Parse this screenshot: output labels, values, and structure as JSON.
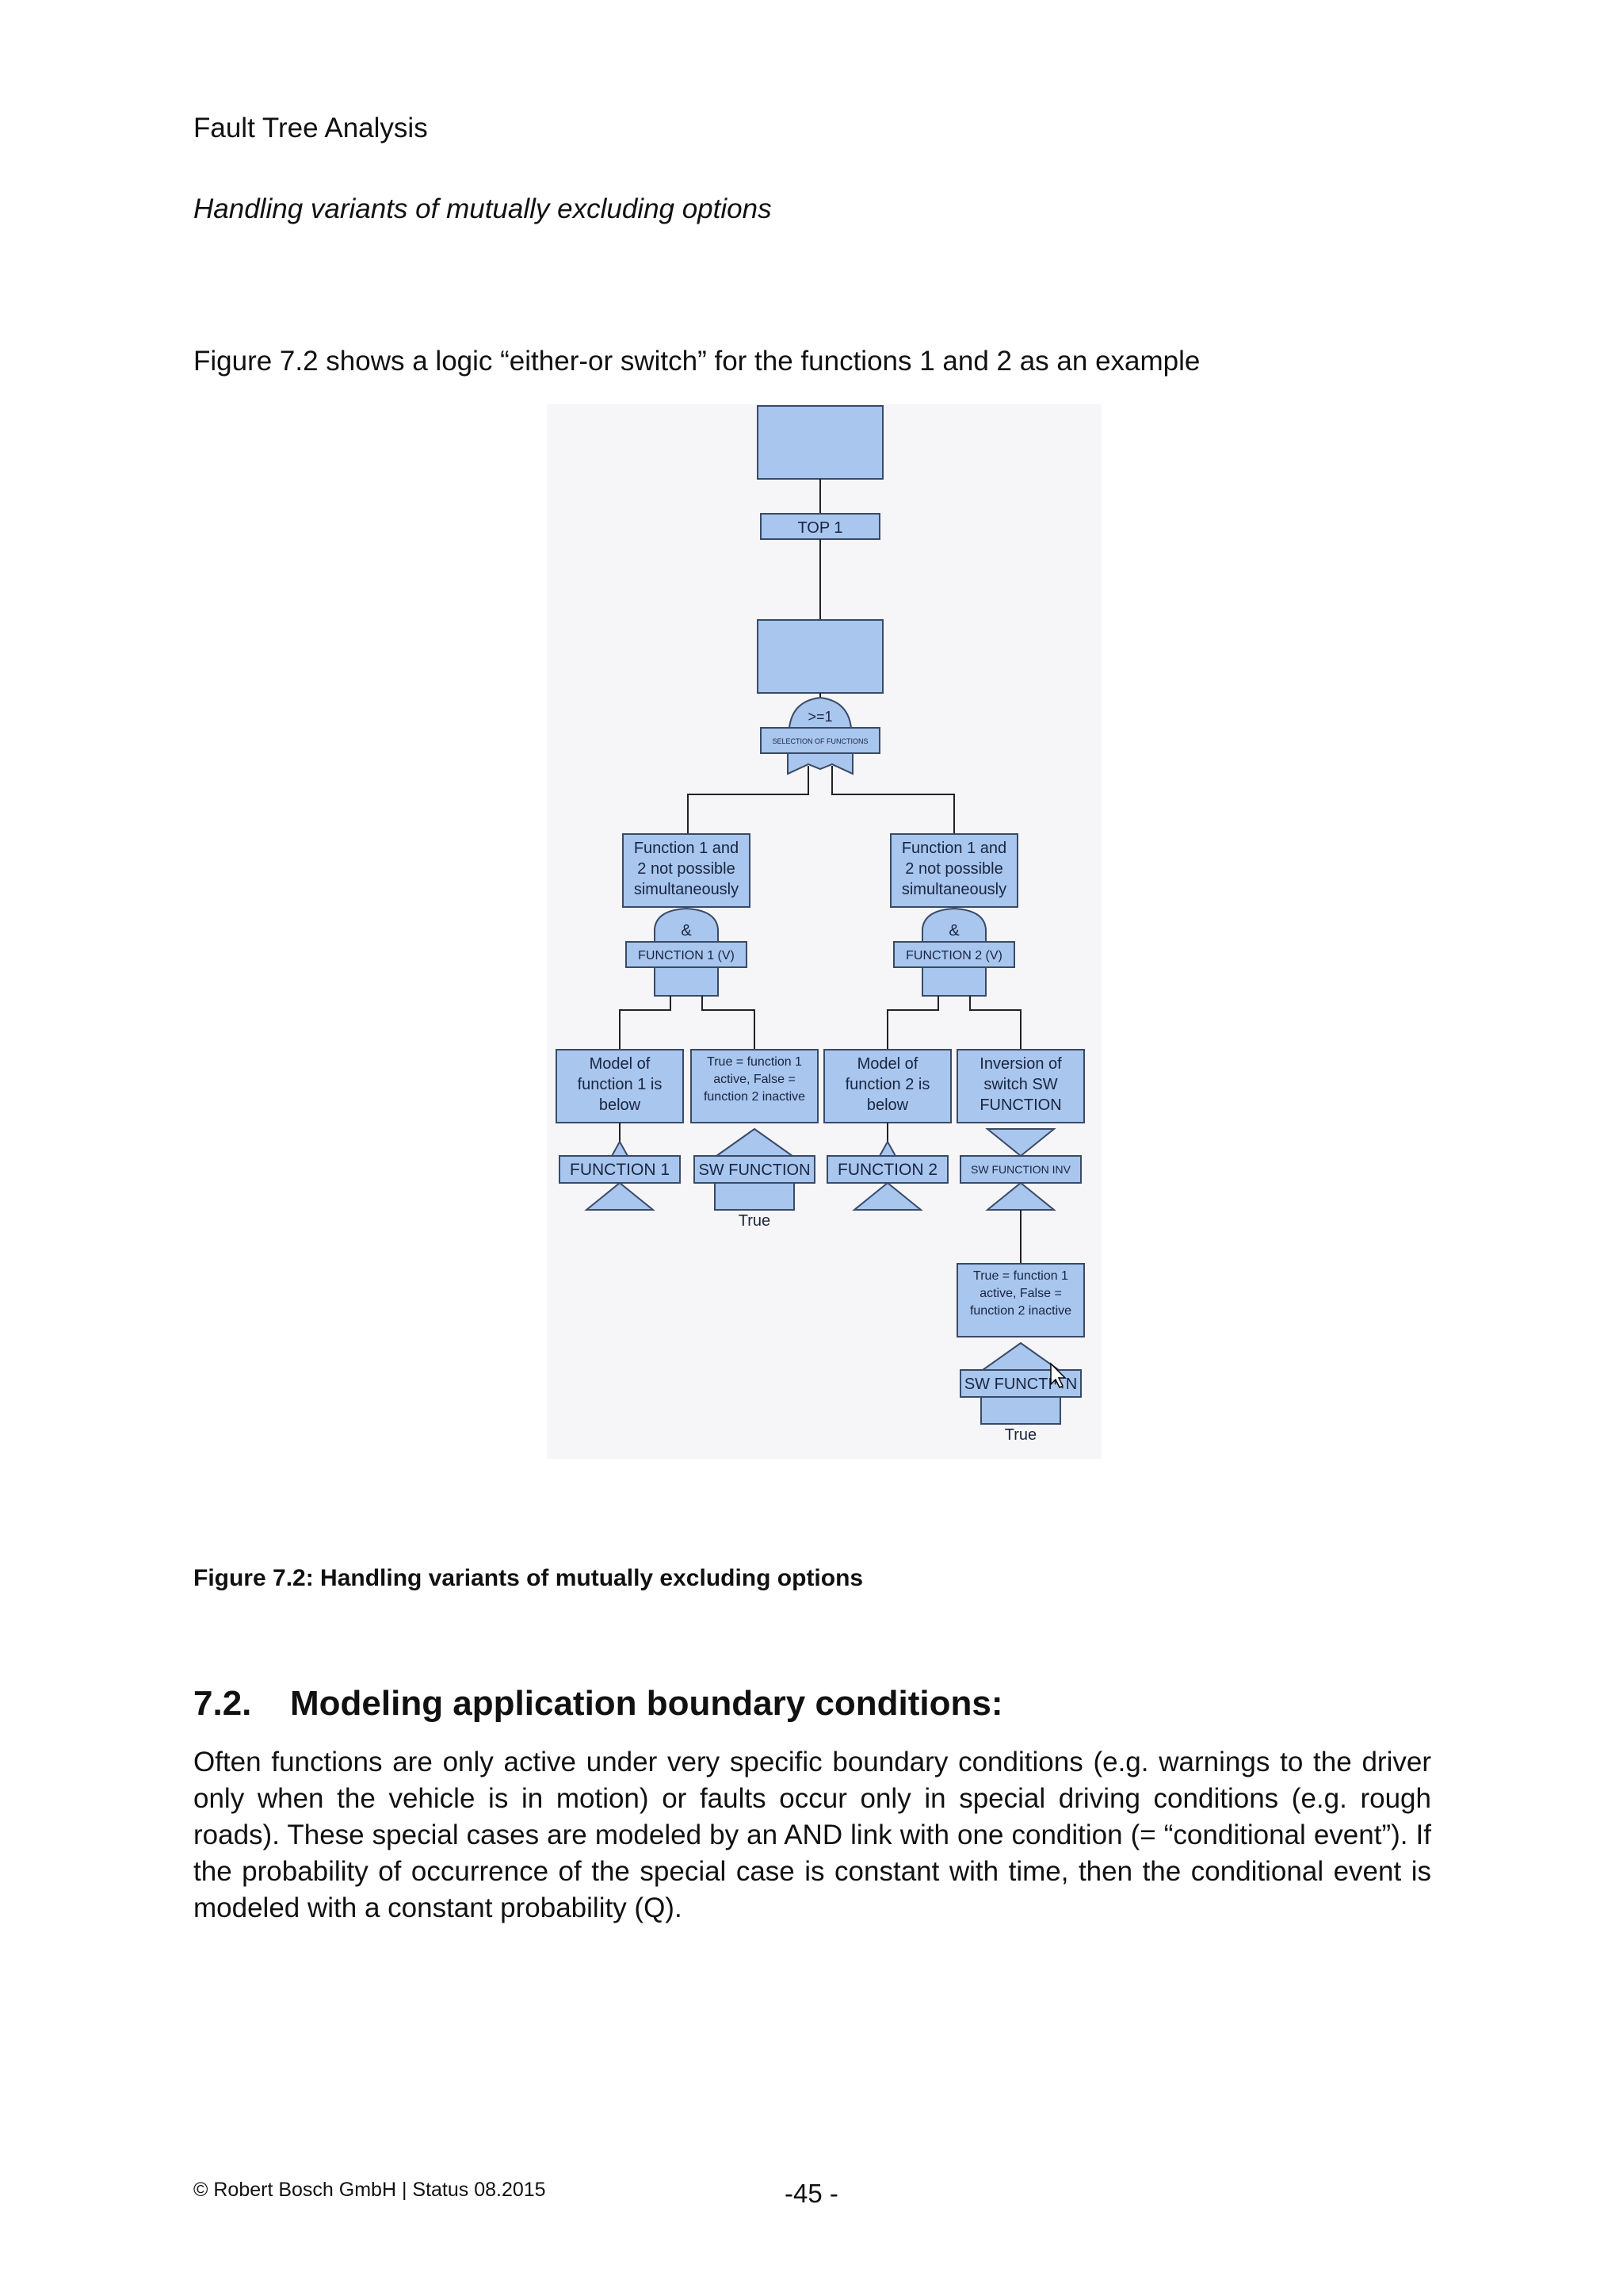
{
  "header": {
    "running_title": "Fault Tree Analysis",
    "subtitle": "Handling variants of mutually excluding options"
  },
  "intro_text": "Figure 7.2 shows a logic “either-or switch” for the functions 1 and 2 as an example",
  "diagram": {
    "top_label": "TOP 1",
    "or_gate_symbol": ">=1",
    "or_gate_label": "SELECTION OF FUNCTIONS",
    "left_branch": {
      "desc": [
        "Function 1 and",
        "2 not possible",
        "simultaneously"
      ],
      "and_symbol": "&",
      "gate_label": "FUNCTION 1 (V)",
      "model_desc": [
        "Model of",
        "function 1 is",
        "below"
      ],
      "model_label": "FUNCTION 1",
      "sw_desc": [
        "True = function 1",
        "active, False =",
        "function 2 inactive"
      ],
      "sw_label": "SW FUNCTION",
      "sw_value": "True"
    },
    "right_branch": {
      "desc": [
        "Function 1 and",
        "2 not possible",
        "simultaneously"
      ],
      "and_symbol": "&",
      "gate_label": "FUNCTION 2 (V)",
      "model_desc": [
        "Model of",
        "function 2 is",
        "below"
      ],
      "model_label": "FUNCTION 2",
      "inv_desc": [
        "Inversion of",
        "switch SW",
        "FUNCTION"
      ],
      "inv_label": "SW FUNCTION INV",
      "sw_desc": [
        "True = function 1",
        "active, False =",
        "function 2 inactive"
      ],
      "sw_label": "SW FUNCTI↖N",
      "sw_value": "True"
    }
  },
  "caption": "Figure 7.2: Handling variants of mutually excluding options",
  "section": {
    "number": "7.2.",
    "title": "Modeling application boundary conditions:",
    "paragraph": "Often functions are only active under very specific boundary conditions (e.g. warnings to the driver only when the vehicle is in motion) or faults occur only in special driving conditions (e.g. rough roads). These special cases are modeled by an AND link with one condition (= “conditional event”). If the probability of occurrence of the special case is constant with time, then the conditional event is modeled with a constant probability (Q)."
  },
  "footer": {
    "copyright": "© Robert Bosch GmbH | Status 08.2015",
    "page": "-45 -"
  }
}
